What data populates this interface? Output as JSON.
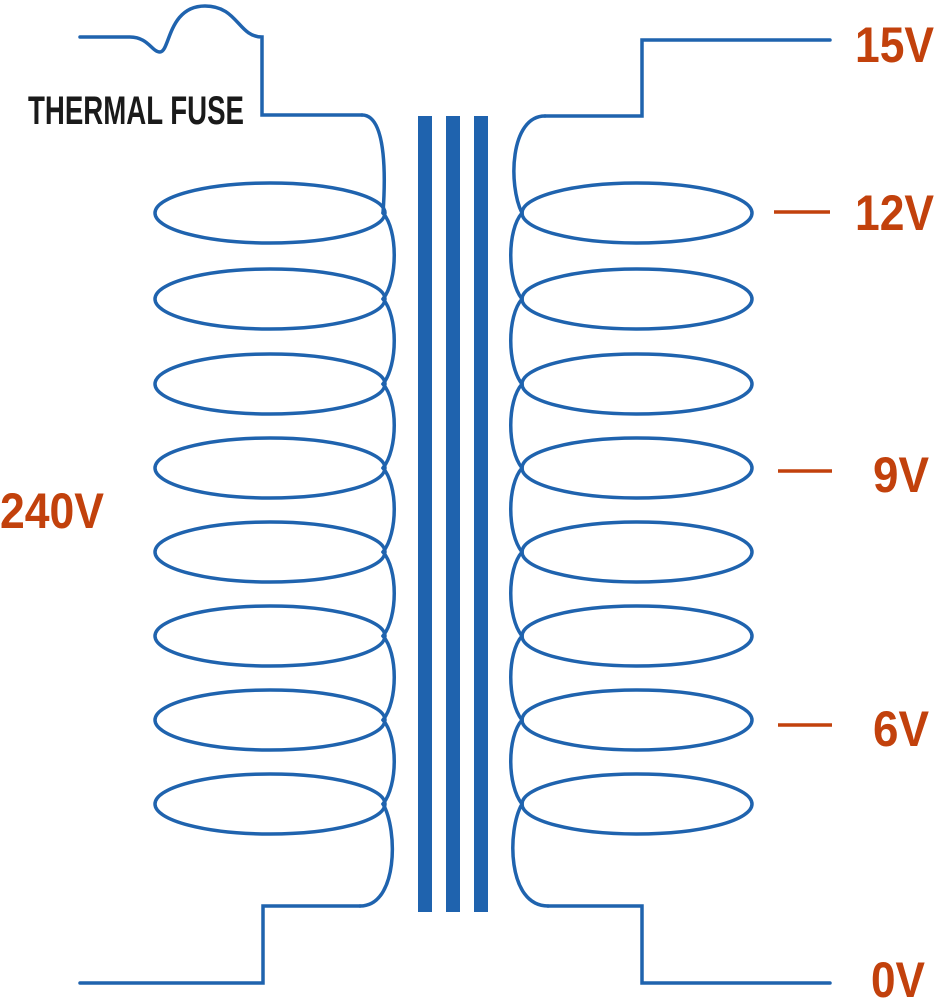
{
  "labels": {
    "fuse": "THERMAL FUSE",
    "primary_voltage": "240V",
    "secondary_taps": [
      "15V",
      "12V",
      "9V",
      "6V",
      "0V"
    ]
  },
  "components": {
    "primary_winding_turns": 8,
    "secondary_winding_turns": 8,
    "core_bars": 3
  },
  "colors": {
    "wire": "#1f63ae",
    "voltage_label": "#c2410c",
    "text": "#1a1a1a",
    "background": "#ffffff"
  }
}
